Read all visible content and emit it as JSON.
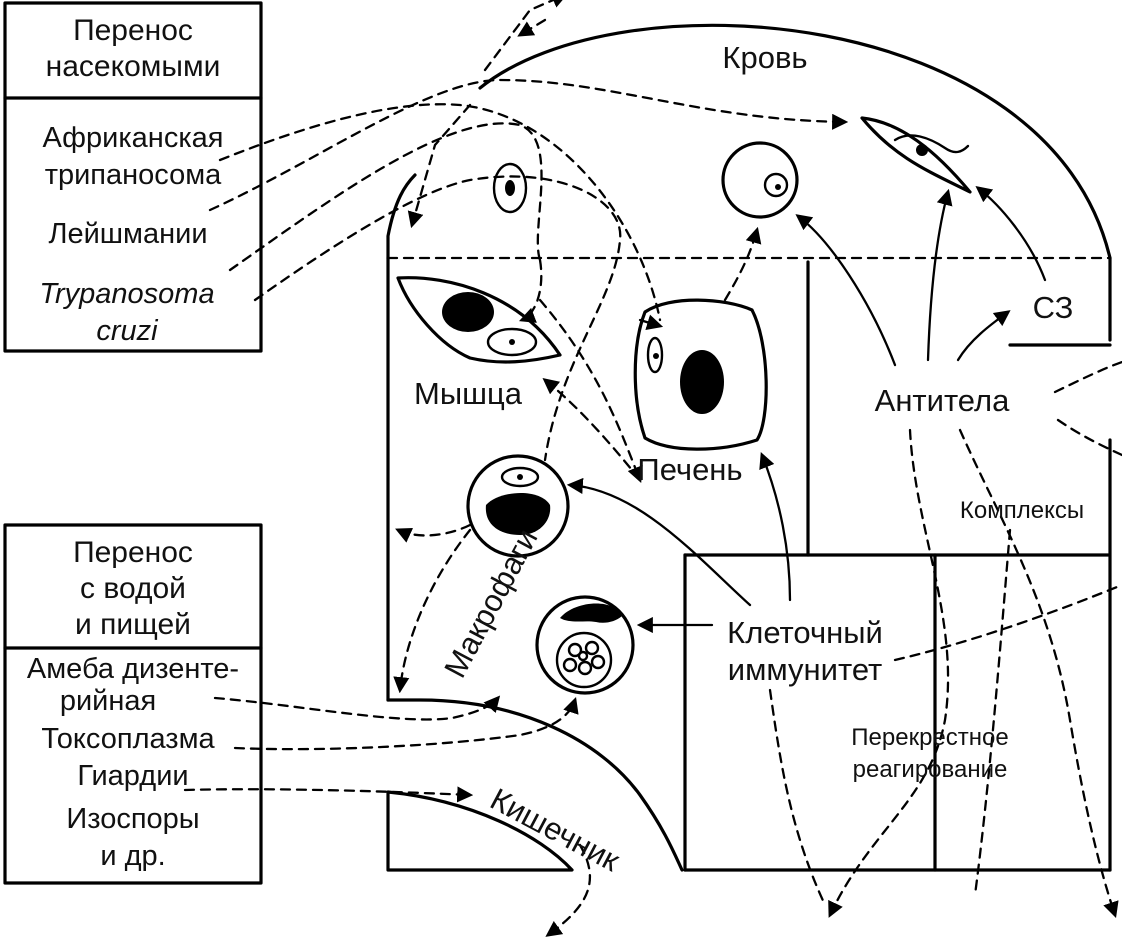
{
  "boxes": {
    "insects": {
      "header": [
        "Перенос",
        "насекомыми"
      ],
      "items": [
        "Африканская",
        "трипаносома",
        "Лейшмании",
        "Trypanosoma",
        "cruzi"
      ]
    },
    "water_food": {
      "header": [
        "Перенос",
        "с водой",
        "и пищей"
      ],
      "items": [
        "Амеба дизенте-",
        "рийная",
        "Токсоплазма",
        "Гиардии",
        "Изоспоры",
        "и др."
      ]
    }
  },
  "labels": {
    "blood": "Кровь",
    "muscle": "Мышца",
    "liver": "Печень",
    "macrophages": "Макрофаги",
    "intestine": "Кишечник",
    "antibodies": "Антитела",
    "complement": "СЗ",
    "complexes": "Комплексы",
    "cellular_immunity": [
      "Клеточный",
      "иммунитет"
    ],
    "cross_reaction": [
      "Перекрестное",
      "реагирование"
    ]
  }
}
